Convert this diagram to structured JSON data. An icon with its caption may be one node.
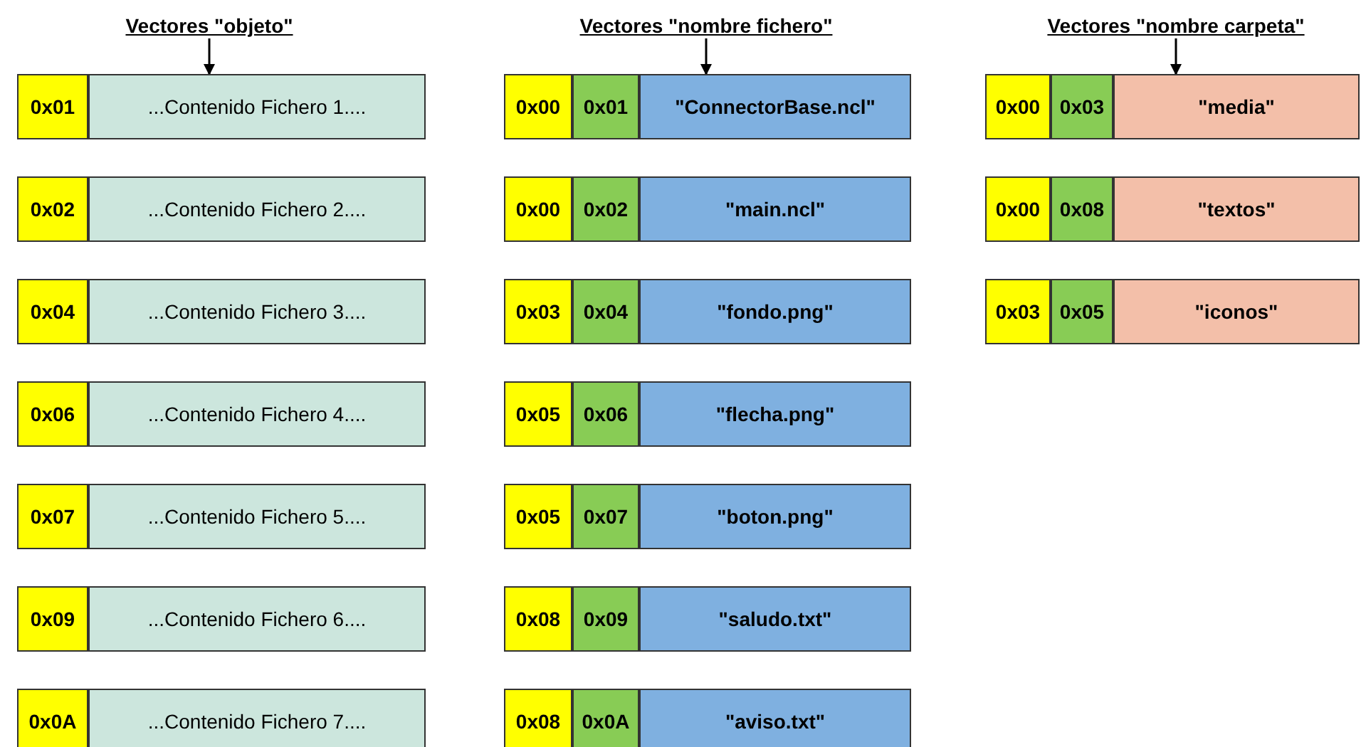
{
  "diagram": {
    "nodes": [
      {
        "text": [
          "Vectores \"objeto\""
        ]
      },
      {
        "text": [
          "Vectores \"nombre fichero\""
        ]
      },
      {
        "text": [
          "Vectores \"nombre carpeta\""
        ]
      },
      {
        "text": [
          "0x01"
        ]
      },
      {
        "text": [
          "...Contenido Fichero 1...."
        ]
      },
      {
        "text": [
          "0x00"
        ]
      },
      {
        "text": [
          "0x01"
        ]
      },
      {
        "text": [
          "\"ConnectorBase.ncl\""
        ]
      },
      {
        "text": [
          "0x00"
        ]
      },
      {
        "text": [
          "0x03"
        ]
      },
      {
        "text": [
          "\"media\""
        ]
      },
      {
        "text": [
          "0x02"
        ]
      },
      {
        "text": [
          "...Contenido Fichero 2...."
        ]
      },
      {
        "text": [
          "0x00"
        ]
      },
      {
        "text": [
          "0x02"
        ]
      },
      {
        "text": [
          "\"main.ncl\""
        ]
      },
      {
        "text": [
          "0x00"
        ]
      },
      {
        "text": [
          "0x08"
        ]
      },
      {
        "text": [
          "\"textos\""
        ]
      },
      {
        "text": [
          "0x04"
        ]
      },
      {
        "text": [
          "...Contenido Fichero 3...."
        ]
      },
      {
        "text": [
          "0x03"
        ]
      },
      {
        "text": [
          "0x04"
        ]
      },
      {
        "text": [
          "\"fondo.png\""
        ]
      },
      {
        "text": [
          "0x03"
        ]
      },
      {
        "text": [
          "0x05"
        ]
      },
      {
        "text": [
          "\"iconos\""
        ]
      },
      {
        "text": [
          "0x06"
        ]
      },
      {
        "text": [
          "...Contenido Fichero 4...."
        ]
      },
      {
        "text": [
          "0x05"
        ]
      },
      {
        "text": [
          "0x06"
        ]
      },
      {
        "text": [
          "\"flecha.png\""
        ]
      },
      {
        "text": [
          "0x07"
        ]
      },
      {
        "text": [
          "...Contenido Fichero 5...."
        ]
      },
      {
        "text": [
          "0x05"
        ]
      },
      {
        "text": [
          "0x07"
        ]
      },
      {
        "text": [
          "\"boton.png\""
        ]
      },
      {
        "text": [
          "0x09"
        ]
      },
      {
        "text": [
          "...Contenido Fichero 6...."
        ]
      },
      {
        "text": [
          "0x08"
        ]
      },
      {
        "text": [
          "0x09"
        ]
      },
      {
        "text": [
          "\"saludo.txt\""
        ]
      },
      {
        "text": [
          "0x0A"
        ]
      },
      {
        "text": [
          "...Contenido Fichero 7...."
        ]
      },
      {
        "text": [
          "0x08"
        ]
      },
      {
        "text": [
          "0x0A"
        ]
      },
      {
        "text": [
          "\"aviso.txt\""
        ]
      }
    ],
    "edges": [
      {
        "from": 0,
        "to": 4,
        "arrow": "to"
      },
      {
        "from": 1,
        "to": 7,
        "arrow": "to"
      },
      {
        "from": 2,
        "to": 10,
        "arrow": "to"
      }
    ]
  }
}
